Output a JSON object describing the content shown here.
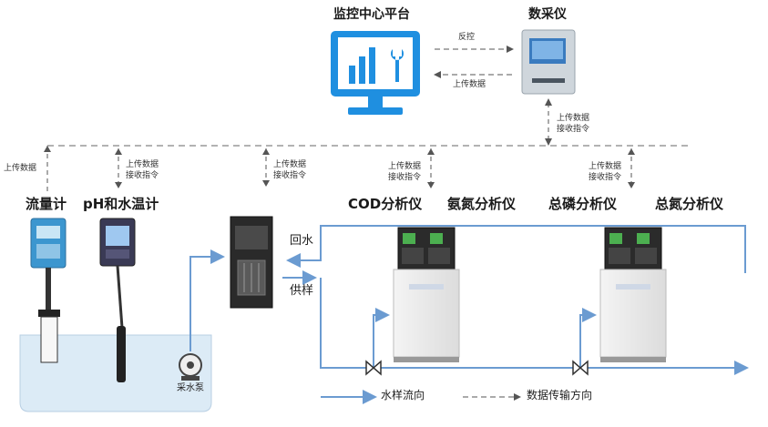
{
  "platform": {
    "title": "监控中心平台"
  },
  "daq": {
    "title": "数采仪"
  },
  "links": {
    "reverse_control": "反控",
    "upload_data": "上传数据",
    "daq_down_1": "上传数据",
    "daq_down_2": "接收指令",
    "flow_up": "上传数据",
    "ph_1": "上传数据",
    "ph_2": "接收指令",
    "sampler_1": "上传数据",
    "sampler_2": "接收指令",
    "cod_1": "上传数据",
    "cod_2": "接收指令",
    "tp_1": "上传数据",
    "tp_2": "接收指令"
  },
  "devices": {
    "flow_meter": "流量计",
    "ph_meter": "pH和水温计",
    "cod": "COD分析仪",
    "ammonia": "氨氮分析仪",
    "tp": "总磷分析仪",
    "tn": "总氮分析仪",
    "pump": "采水泵"
  },
  "pipes": {
    "return": "回水",
    "supply": "供样"
  },
  "legend": {
    "water_flow": "水样流向",
    "data_direction": "数据传输方向"
  },
  "colors": {
    "pipe": "#6b9bd1",
    "monitor": "#1f8fe0",
    "tank": "#dcebf6"
  }
}
